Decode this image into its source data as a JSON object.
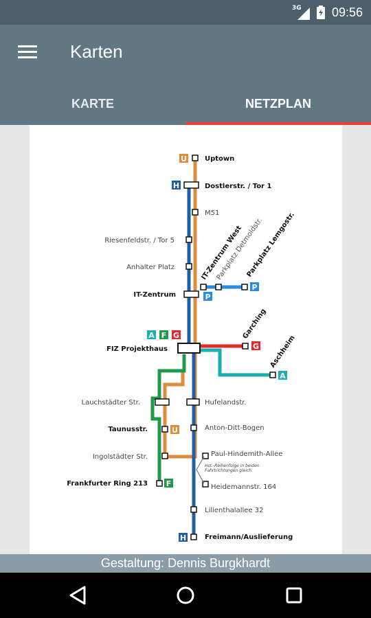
{
  "status_bar": {
    "network": "3G",
    "time": "09:56"
  },
  "app_bar": {
    "title": "Karten"
  },
  "tabs": [
    {
      "label": "KARTE",
      "selected": false
    },
    {
      "label": "NETZPLAN",
      "selected": true
    }
  ],
  "netzplan": {
    "stations_left": [
      "Riesenfeldstr. / Tor 5",
      "Anhalter Platz",
      "IT-Zentrum",
      "FIZ Projekthaus",
      "Lauchstädter Str.",
      "Taunusstr.",
      "Ingolstädter Str.",
      "Frankfurter Ring 213"
    ],
    "stations_right": [
      "Uptown",
      "Dostlerstr. / Tor 1",
      "M51",
      "Hufelandstr.",
      "Anton-Ditt-Bogen",
      "Paul-Hindemith-Allee",
      "Heidemannstr. 164",
      "Lilienthalallee 32",
      "Freimann/Auslieferung"
    ],
    "stations_diagonal": [
      "IT-Zentrum West",
      "Parkplatz Detmoldstr.",
      "Parkplatz Lemgostr.",
      "Garching",
      "Aschheim"
    ],
    "note": "Hst.-Reihenfolge in beiden Fahrtrichtungen gleich.",
    "badges": {
      "u": "U",
      "h": "H",
      "p": "P",
      "a": "A",
      "f": "F",
      "g": "G"
    },
    "line_colors": {
      "h": "#1f5fa3",
      "u": "#e08a3c",
      "p": "#2a8be0",
      "a": "#18b0b0",
      "f": "#21994a",
      "g": "#e02a2a"
    }
  },
  "footer": {
    "credit": "Gestaltung: Dennis Burgkhardt"
  },
  "nav": {
    "back": "back-icon",
    "home": "home-icon",
    "recents": "recents-icon"
  }
}
